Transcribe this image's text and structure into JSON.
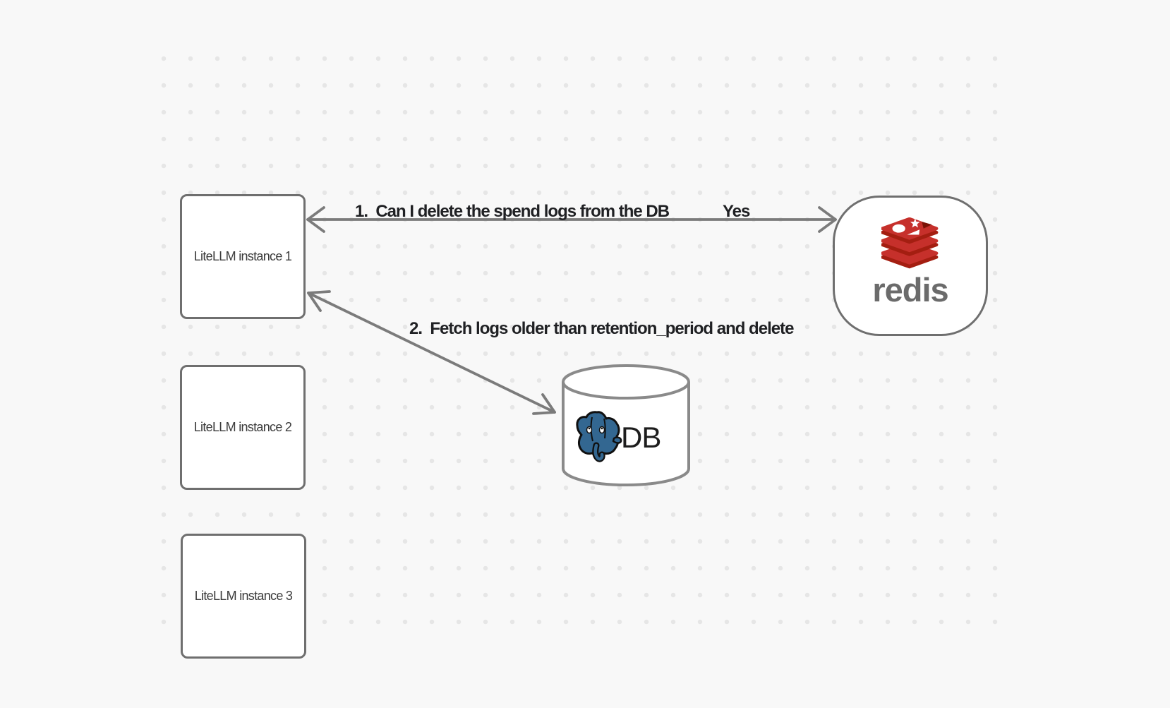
{
  "nodes": {
    "instances": [
      {
        "label": "LiteLLM instance 1"
      },
      {
        "label": "LiteLLM instance 2"
      },
      {
        "label": "LiteLLM instance 3"
      }
    ],
    "redis": {
      "label": "redis"
    },
    "database": {
      "label": "DB"
    }
  },
  "edges": {
    "edge1": {
      "label": "1.  Can I delete the spend logs from the DB",
      "answer": "Yes",
      "from": "redis",
      "to": "LiteLLM instance 1",
      "style": "bidirectional-arrow"
    },
    "edge2": {
      "label": "2.  Fetch logs older than retention_period and delete",
      "from": "LiteLLM instance 1",
      "to": "DB",
      "style": "bidirectional-arrow"
    }
  },
  "colors": {
    "background": "#f8f8f8",
    "grid_dot": "#e6e6e6",
    "node_border": "#6f6f6f",
    "node_fill": "#ffffff",
    "arrow": "#7b7b7b",
    "edge_label_text": "#1f2023",
    "node_label_text": "#3b3b3b",
    "redis_red": "#C6302B",
    "redis_red_dark": "#A41E11",
    "redis_notch_dark": "#7A1205",
    "redis_wordmark_gray": "#6b6b6b",
    "postgres_blue": "#336791",
    "db_label_text": "#1d1d1d",
    "cylinder_stroke": "#8a8a8a"
  }
}
